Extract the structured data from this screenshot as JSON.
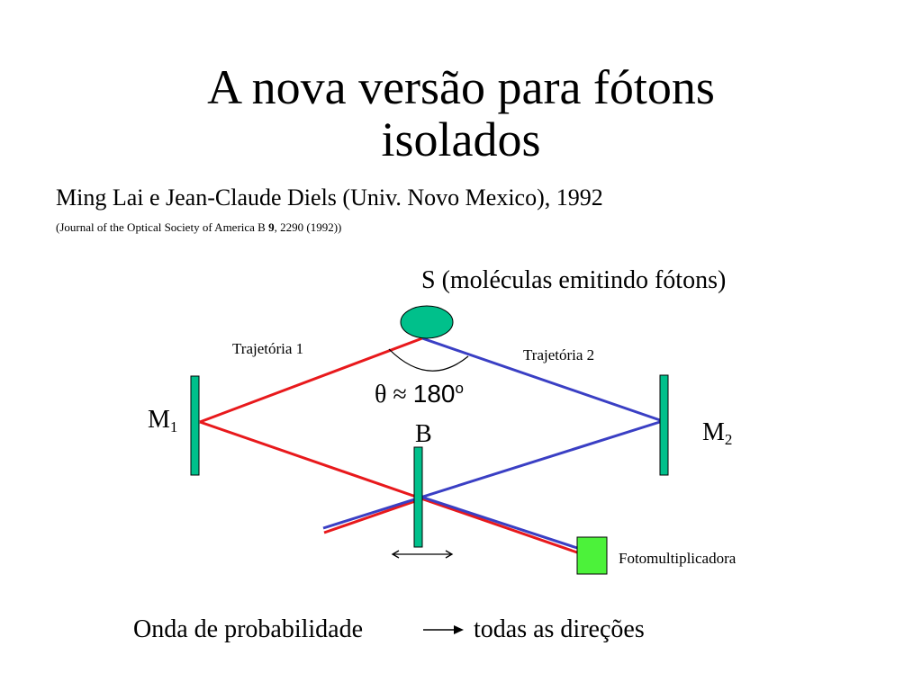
{
  "slide": {
    "title_line1": "A nova versão para fótons",
    "title_line2": "isolados",
    "citation": "Ming Lai e Jean-Claude Diels (Univ. Novo Mexico), 1992",
    "reference_pre": "(Journal of the Optical Society of America B ",
    "reference_volume": "9",
    "reference_post": ", 2290 (1992))"
  },
  "diagram": {
    "source_label": "S (moléculas emitindo fótons)",
    "path1_label": "Trajetória 1",
    "path2_label": "Trajetória 2",
    "angle_symbol": "θ ≈ ",
    "angle_value": "180",
    "angle_unit": "o",
    "mirror1_letter": "M",
    "mirror1_sub": "1",
    "mirror2_letter": "M",
    "mirror2_sub": "2",
    "splitter_label": "B",
    "detector_label": "Fotomultiplicadora",
    "colors": {
      "path1": "#e8191c",
      "path2": "#3a3fc4",
      "mirror": "#00c08b",
      "source": "#00c08b",
      "detector": "#4cf23a"
    }
  },
  "footer": {
    "left_text": "Onda de probabilidade",
    "right_text": "todas as direções"
  }
}
